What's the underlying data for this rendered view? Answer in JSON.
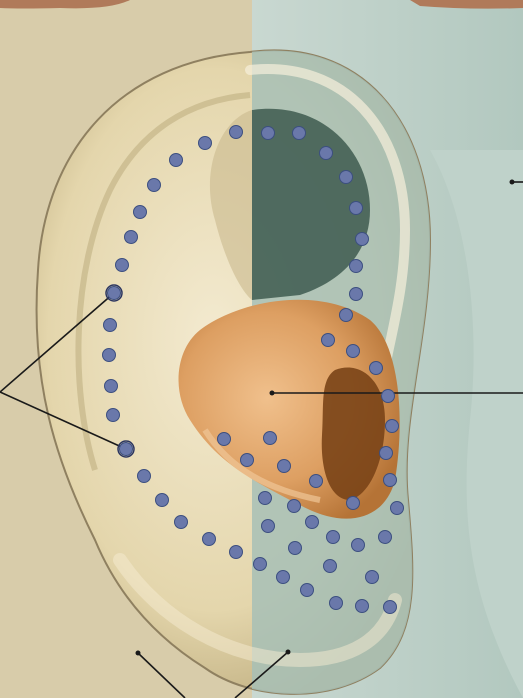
{
  "colors": {
    "left_background": "#d8ccaa",
    "right_background": "#b9cdc5",
    "ear_skin": "#efe4c0",
    "ear_shadow": "#a89a70",
    "concha_orange": "#e3a76a",
    "concha_deep": "#a8652d",
    "upper_hollow_teal": "#2f4c41",
    "dot_fill": "#6a78aa",
    "dot_stroke": "#3c4f80",
    "leader_line": "#1a1a1a"
  },
  "regions": {
    "left_panel": "scapha-region-background",
    "right_panel": "face-side-background",
    "highlight": "concha-highlight"
  },
  "dot_rows": {
    "helix_arc": 22,
    "inner_column": 6,
    "lobe_rows": 30
  }
}
